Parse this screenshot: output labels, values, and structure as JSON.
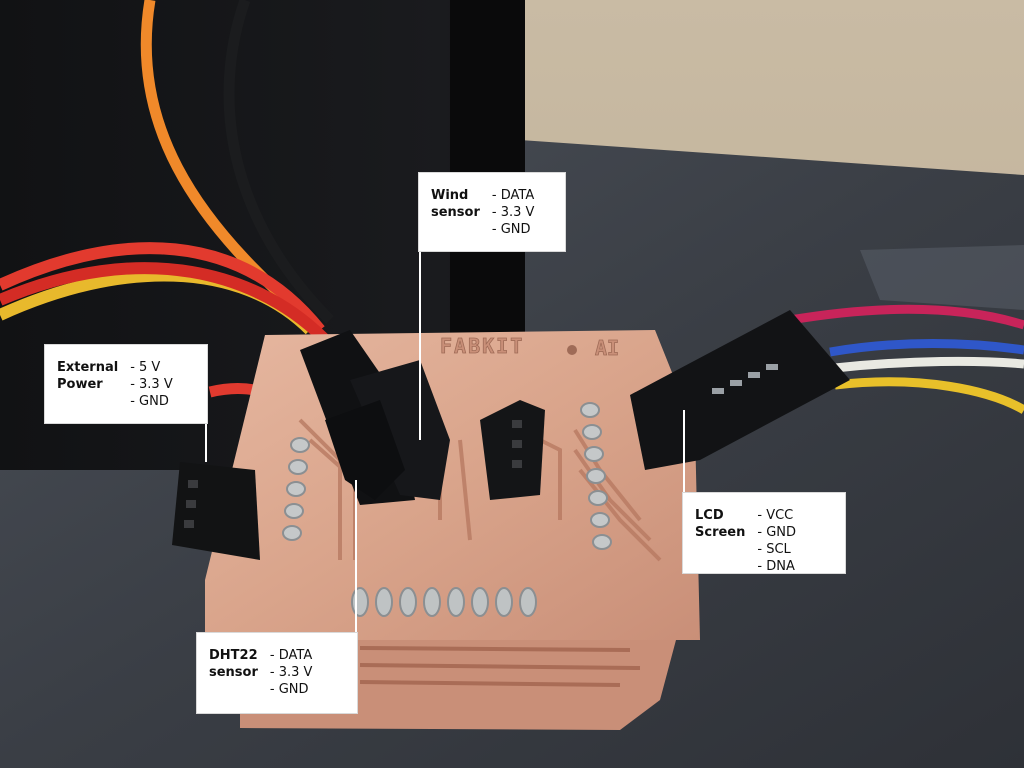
{
  "board": {
    "silkscreen": "FABKIT",
    "suffix": "AI"
  },
  "callouts": {
    "wind": {
      "title": "Wind\nsensor",
      "pins": [
        "DATA",
        "3.3 V",
        "GND"
      ]
    },
    "external_power": {
      "title": "External\nPower",
      "pins": [
        "5 V",
        "3.3 V",
        "GND"
      ]
    },
    "lcd": {
      "title": "LCD\nScreen",
      "pins": [
        "VCC",
        "GND",
        "SCL",
        "DNA"
      ]
    },
    "dht22": {
      "title": "DHT22\nsensor",
      "pins": [
        "DATA",
        "3.3 V",
        "GND"
      ]
    }
  }
}
